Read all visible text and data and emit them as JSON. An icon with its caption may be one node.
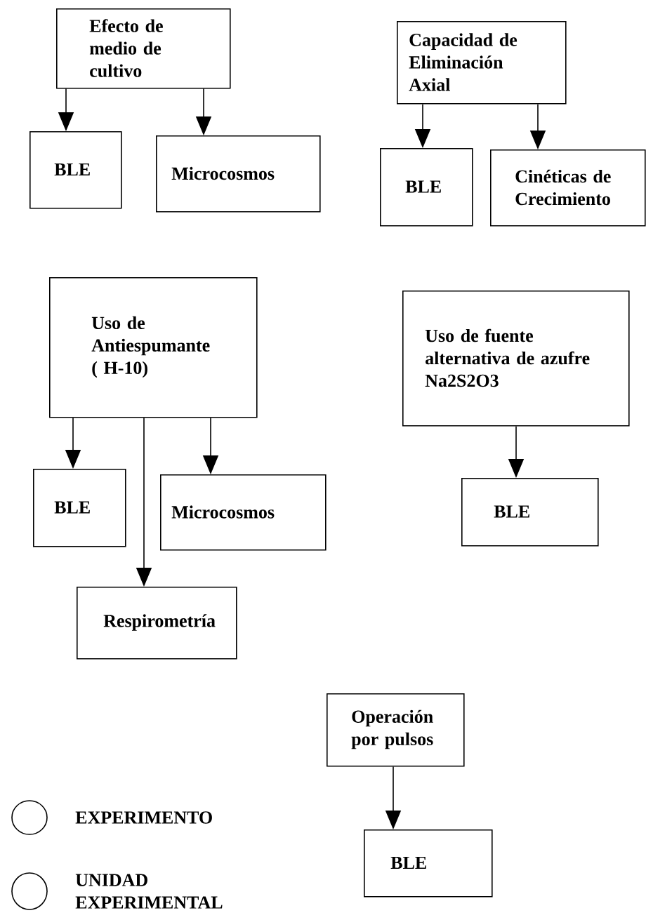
{
  "diagram": {
    "nodes": [
      {
        "text": [
          "Efecto de medio de cultivo"
        ]
      },
      {
        "text": [
          "Capacidad de Eliminación Axial"
        ]
      },
      {
        "text": [
          "BLE"
        ]
      },
      {
        "text": [
          "Microcosmos"
        ]
      },
      {
        "text": [
          "BLE"
        ]
      },
      {
        "text": [
          "Cinéticas de Crecimiento"
        ]
      },
      {
        "text": [
          "Uso de Antiespumante ( H-10)"
        ]
      },
      {
        "text": [
          "Uso de fuente alternativa de azufre Na2S2O3"
        ]
      },
      {
        "text": [
          "BLE"
        ]
      },
      {
        "text": [
          "Microcosmos"
        ]
      },
      {
        "text": [
          "BLE"
        ]
      },
      {
        "text": [
          "Respirometría"
        ]
      },
      {
        "text": [
          "Operación por pulsos"
        ]
      },
      {
        "text": [
          "BLE"
        ]
      }
    ],
    "edges": [
      {
        "from": 0,
        "to": 2,
        "arrow": "to"
      },
      {
        "from": 0,
        "to": 3,
        "arrow": "to"
      },
      {
        "from": 1,
        "to": 4,
        "arrow": "to"
      },
      {
        "from": 1,
        "to": 5,
        "arrow": "to"
      },
      {
        "from": 6,
        "to": 8,
        "arrow": "to"
      },
      {
        "from": 6,
        "to": 9,
        "arrow": "to"
      },
      {
        "from": 6,
        "to": 11,
        "arrow": "to"
      },
      {
        "from": 7,
        "to": 10,
        "arrow": "to"
      },
      {
        "from": 12,
        "to": 13,
        "arrow": "to"
      }
    ],
    "legend": [
      {
        "text": "EXPERIMENTO"
      },
      {
        "text": "UNIDAD EXPERIMENTAL"
      }
    ]
  }
}
